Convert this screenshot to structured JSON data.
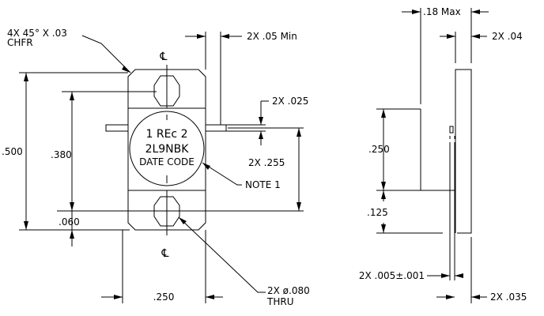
{
  "front_view": {
    "chamfer_note": {
      "line1": "4X 45° X .03",
      "line2": "CHFR"
    },
    "centerline_symbol": "℄",
    "lead_gap_dim": "2X .05 Min",
    "lead_thickness_dim": "2X .025",
    "lead_position_dim": "2X .255",
    "note_callout": "NOTE 1",
    "marking": {
      "line1": "1 REc 2",
      "line2": "2L9NBK",
      "line3": "DATE CODE"
    },
    "height_dim": ".500",
    "hole_spacing_dim": ".380",
    "hole_edge_dim": ".060",
    "width_dim": ".250",
    "hole_note": {
      "line1": "2X ø.080",
      "line2": "THRU"
    }
  },
  "side_view": {
    "max_thickness_dim": ".18 Max",
    "tab_thickness_dim": "2X .04",
    "body_height_dim": ".250",
    "offset_dim": ".125",
    "lead_thickness_dim": "2X .005±.001",
    "lead_width_dim": "2X .035"
  }
}
